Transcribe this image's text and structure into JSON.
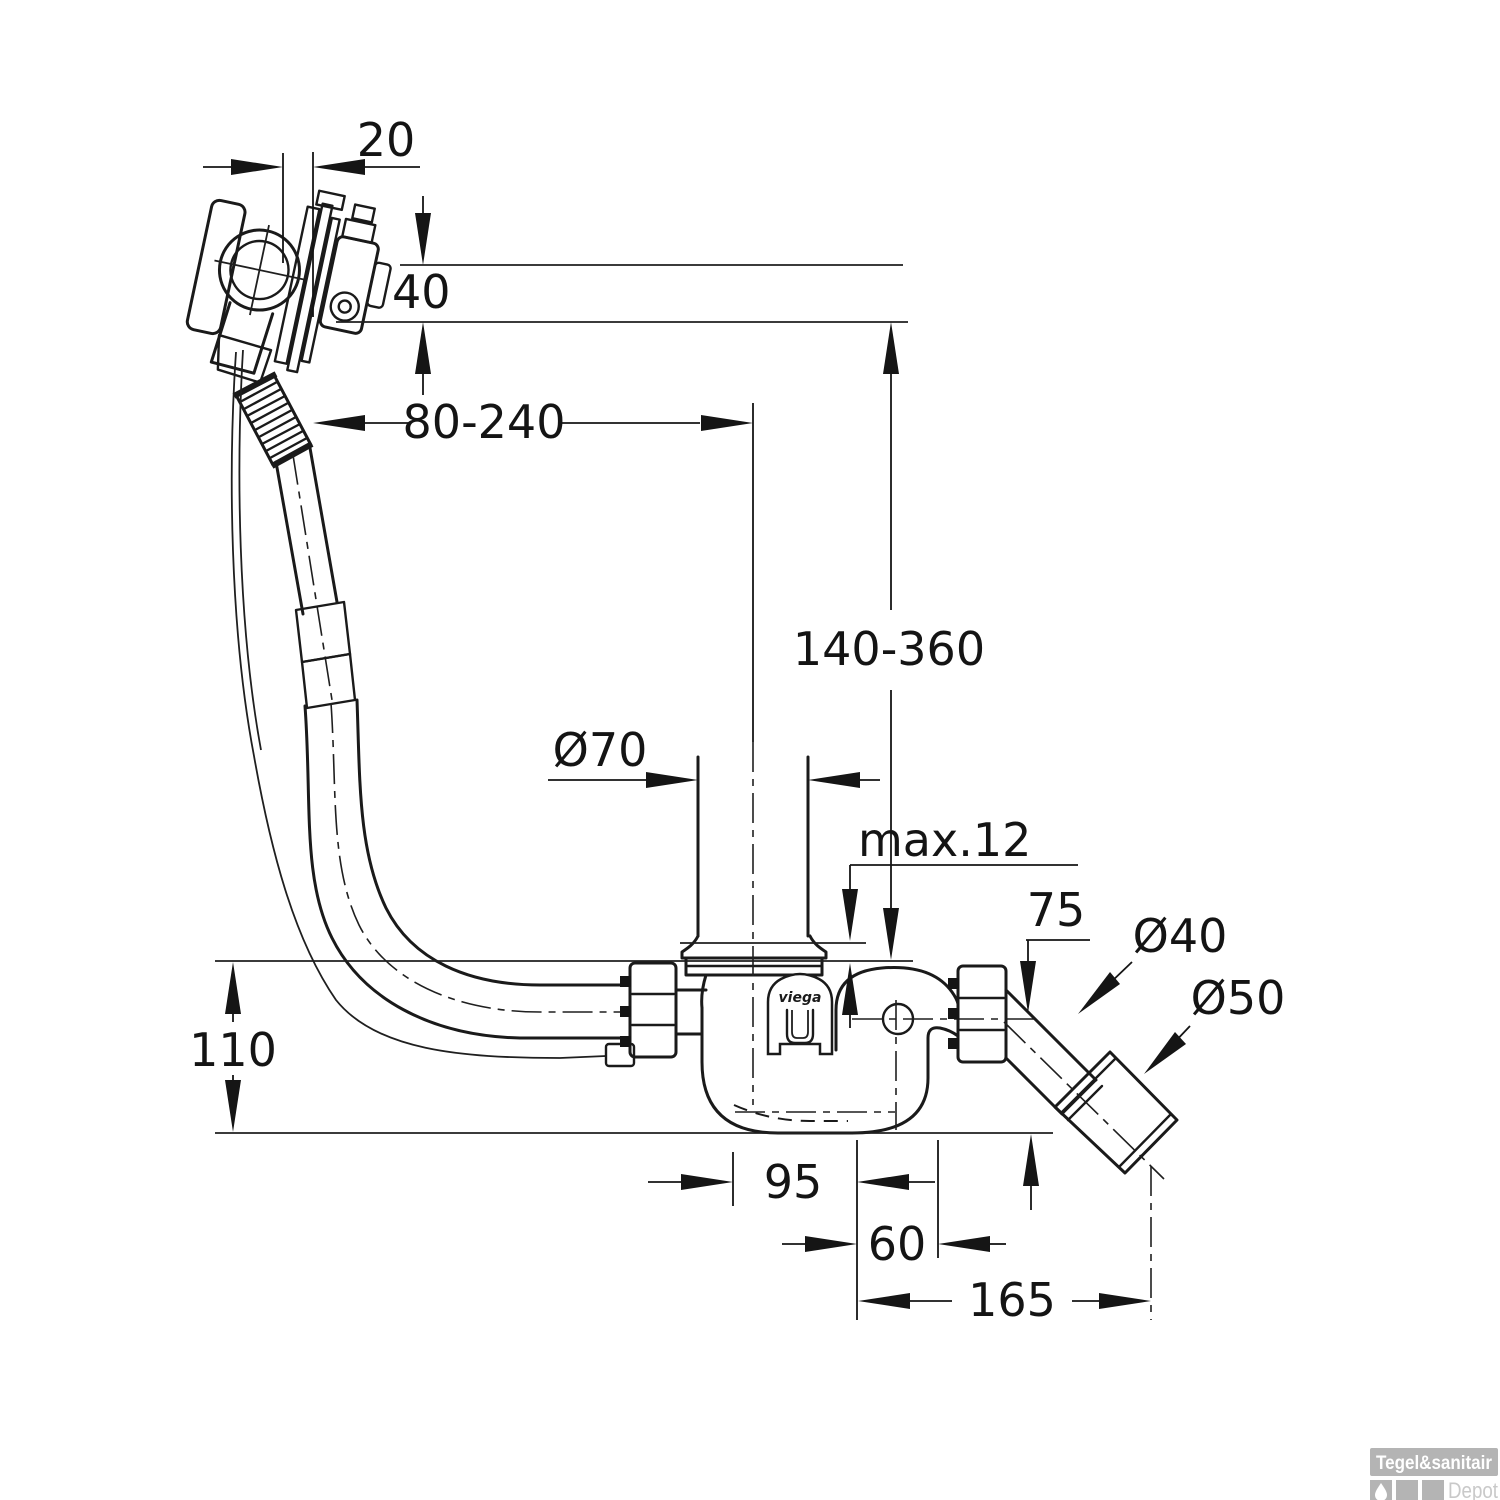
{
  "diagram": {
    "title": "bath-waste-overflow-filler-technical-drawing",
    "brand": "viega",
    "dims": {
      "d20": "20",
      "d40": "40",
      "d80_240": "80-240",
      "d140_360": "140-360",
      "d70": "Ø70",
      "dmax12": "max.12",
      "d110": "110",
      "d75": "75",
      "d40dia": "Ø40",
      "d50dia": "Ø50",
      "d95": "95",
      "d60": "60",
      "d165": "165"
    }
  },
  "watermark": {
    "line1": "Tegel&sanitair",
    "line2": "Depot"
  },
  "colors": {
    "line": "#1a1a1a",
    "watermark_box": "#b4b4b4",
    "watermark_text": "#ffffff",
    "watermark_text2": "#c9c9c9"
  }
}
